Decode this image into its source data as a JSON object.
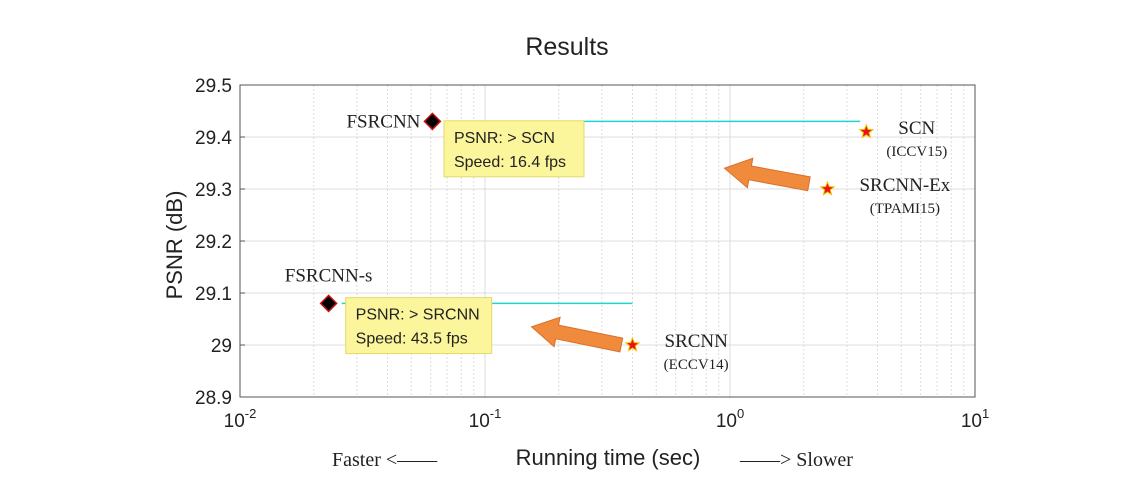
{
  "chart_data": {
    "type": "scatter",
    "title": "Results",
    "xlabel": "Running time (sec)",
    "ylabel": "PSNR (dB)",
    "xscale": "log",
    "xlim": [
      0.01,
      10
    ],
    "ylim": [
      28.9,
      29.5
    ],
    "grid": true,
    "x_ticks": [
      {
        "value": 0.01,
        "base": "10",
        "exp": "-2"
      },
      {
        "value": 0.1,
        "base": "10",
        "exp": "-1"
      },
      {
        "value": 1,
        "base": "10",
        "exp": "0"
      },
      {
        "value": 10,
        "base": "10",
        "exp": "1"
      }
    ],
    "y_ticks": [
      "28.9",
      "29",
      "29.1",
      "29.2",
      "29.3",
      "29.4",
      "29.5"
    ],
    "points": [
      {
        "label": "FSRCNN",
        "venue": "",
        "x": 0.061,
        "y": 29.43,
        "marker": "diamond",
        "label_side": "left-above"
      },
      {
        "label": "FSRCNN-s",
        "venue": "",
        "x": 0.023,
        "y": 29.08,
        "marker": "diamond",
        "label_side": "above"
      },
      {
        "label": "SCN",
        "venue": "(ICCV15)",
        "x": 3.6,
        "y": 29.41,
        "marker": "star",
        "label_side": "right"
      },
      {
        "label": "SRCNN-Ex",
        "venue": "(TPAMI15)",
        "x": 2.5,
        "y": 29.3,
        "marker": "star",
        "label_side": "right"
      },
      {
        "label": "SRCNN",
        "venue": "(ECCV14)",
        "x": 0.4,
        "y": 29.0,
        "marker": "star",
        "label_side": "right"
      }
    ],
    "reference_lines": [
      {
        "y": 29.43,
        "x_from": 0.07,
        "x_to": 3.4,
        "color": "#22d3d3"
      },
      {
        "y": 29.08,
        "x_from": 0.026,
        "x_to": 0.4,
        "color": "#22d3d3"
      }
    ],
    "annotations": [
      {
        "lines": [
          "PSNR: > SCN",
          "Speed: 16.4 fps"
        ],
        "x": 0.068,
        "y": 29.385
      },
      {
        "lines": [
          "PSNR: > SRCNN",
          "Speed: 43.5 fps"
        ],
        "x": 0.027,
        "y": 29.045
      }
    ],
    "arrows": [
      {
        "from_x": 2.1,
        "from_y": 29.31,
        "to_x": 0.95,
        "to_y": 29.34,
        "color": "#f08a3c"
      },
      {
        "from_x": 0.36,
        "from_y": 29.0,
        "to_x": 0.155,
        "to_y": 29.035,
        "color": "#f08a3c"
      }
    ],
    "side_labels": {
      "left": "Faster <——",
      "right": "——> Slower"
    }
  },
  "colors": {
    "marker_fill_star": "#ee1111",
    "marker_edge_star": "#f2c200",
    "marker_fill_diamond": "#000000",
    "marker_edge_diamond": "#cc1111",
    "annotation_bg": "#fbf59b",
    "grid": "#dcdcdc"
  }
}
